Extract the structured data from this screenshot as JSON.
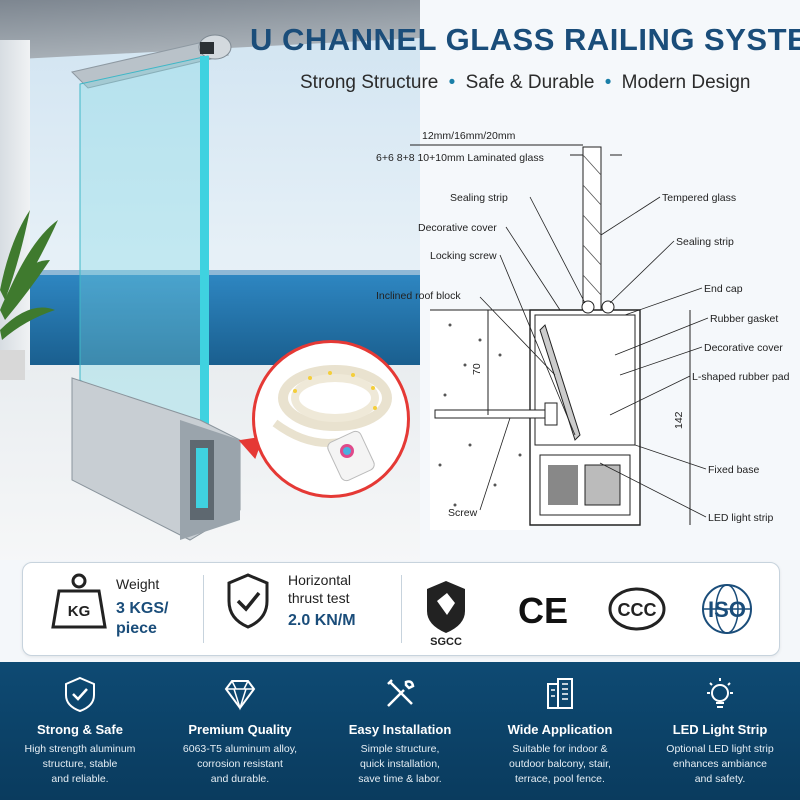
{
  "header": {
    "title": "U CHANNEL GLASS RAILING SYSTEM",
    "subtitle_parts": [
      "Strong Structure",
      "Safe & Durable",
      "Modern Design"
    ],
    "separator": "•"
  },
  "diagram": {
    "glass_thickness": "12mm/16mm/20mm",
    "glass_types": "6+6  8+8  10+10mm Laminated glass",
    "labels_left": {
      "sealing_strip": "Sealing strip",
      "decorative_cover": "Decorative cover",
      "locking_screw": "Locking screw",
      "inclined_roof_block": "Inclined roof block",
      "screw": "Screw"
    },
    "labels_right": {
      "tempered_glass": "Tempered glass",
      "sealing_strip": "Sealing strip",
      "end_cap": "End cap",
      "rubber_gasket": "Rubber gasket",
      "decorative_cover": "Decorative cover",
      "l_rubber_pad": "L-shaped rubber pad",
      "fixed_base": "Fixed base",
      "led_light_strip": "LED light strip"
    },
    "dim_70": "70",
    "dim_142": "142"
  },
  "specs": {
    "weight_icon_text": "KG",
    "weight_label": "Weight",
    "weight_value_line1": "3 KGS/",
    "weight_value_line2": "piece",
    "thrust_label_line1": "Horizontal",
    "thrust_label_line2": "thrust test",
    "thrust_value": "2.0 KN/M",
    "cert_sgcc": "SGCC",
    "cert_ce": "CE",
    "cert_ccc": "CCC",
    "cert_iso": "ISO"
  },
  "features": [
    {
      "icon": "shield-check-icon",
      "title": "Strong & Safe",
      "desc": [
        "High strength aluminum",
        "structure, stable",
        "and reliable."
      ]
    },
    {
      "icon": "diamond-icon",
      "title": "Premium Quality",
      "desc": [
        "6063-T5 aluminum alloy,",
        "corrosion resistant",
        "and durable."
      ]
    },
    {
      "icon": "tools-icon",
      "title": "Easy Installation",
      "desc": [
        "Simple structure,",
        "quick installation,",
        "save time & labor."
      ]
    },
    {
      "icon": "building-icon",
      "title": "Wide Application",
      "desc": [
        "Suitable for indoor &",
        "outdoor balcony, stair,",
        "terrace, pool fence."
      ]
    },
    {
      "icon": "light-bulb-icon",
      "title": "LED Light Strip",
      "desc": [
        "Optional LED light strip",
        "enhances ambiance",
        "and safety."
      ]
    }
  ],
  "colors": {
    "brand_blue": "#1a4d7a",
    "feature_band": "#0e4a73",
    "glass_cyan": "#3fd2e0",
    "callout_red": "#e53935"
  }
}
